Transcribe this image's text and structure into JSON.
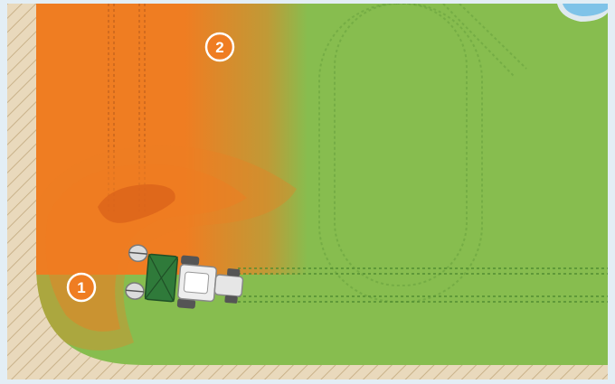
{
  "illustration": {
    "markers": [
      {
        "id": "1",
        "label": "1"
      },
      {
        "id": "2",
        "label": "2"
      }
    ],
    "colors": {
      "frame": "#e3eef5",
      "headland_soil": "#e9d9bc",
      "hatch_lines": "#c9b28a",
      "field_grass": "#87bd4f",
      "spread_zone": "#ef7d22",
      "marker_fill": "#ef7d22",
      "marker_text": "#ffffff",
      "tractor_body": "#eeeeee",
      "spreader_hopper": "#2f7a3a",
      "pond_water": "#7fc3e8"
    },
    "icons": {
      "vehicle": "tractor-with-fertilizer-spreader-icon",
      "spreader_discs": "spinning-disc-icon",
      "water": "pond-icon"
    }
  }
}
